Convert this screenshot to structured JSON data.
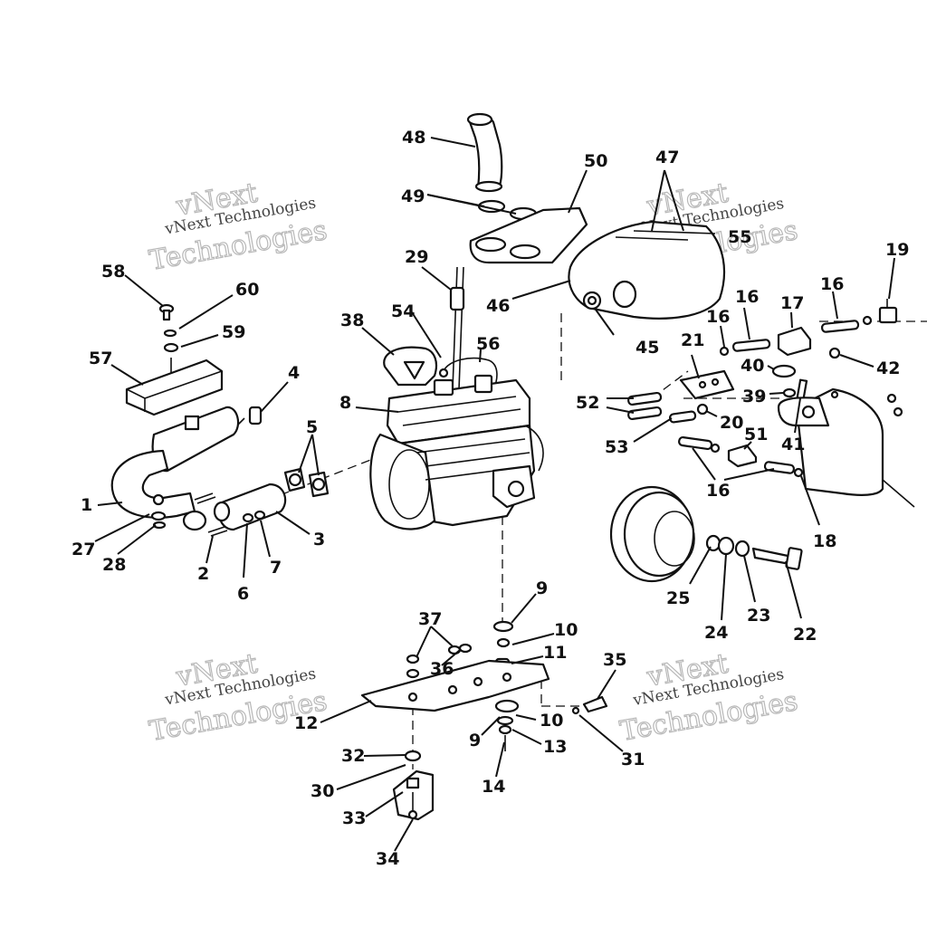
{
  "watermark": {
    "line1": "vNext",
    "line2": "vNext Technologies",
    "line3": "Technologies"
  },
  "callouts": [
    "1",
    "2",
    "3",
    "4",
    "5",
    "6",
    "7",
    "8",
    "9",
    "9",
    "10",
    "10",
    "11",
    "12",
    "13",
    "14",
    "16",
    "16",
    "16",
    "17",
    "18",
    "19",
    "20",
    "21",
    "22",
    "23",
    "24",
    "25",
    "27",
    "28",
    "29",
    "30",
    "31",
    "32",
    "33",
    "34",
    "35",
    "36",
    "37",
    "38",
    "39",
    "40",
    "41",
    "42",
    "45",
    "46",
    "47",
    "48",
    "49",
    "50",
    "51",
    "52",
    "53",
    "54",
    "55",
    "56",
    "57",
    "58",
    "59",
    "60"
  ]
}
